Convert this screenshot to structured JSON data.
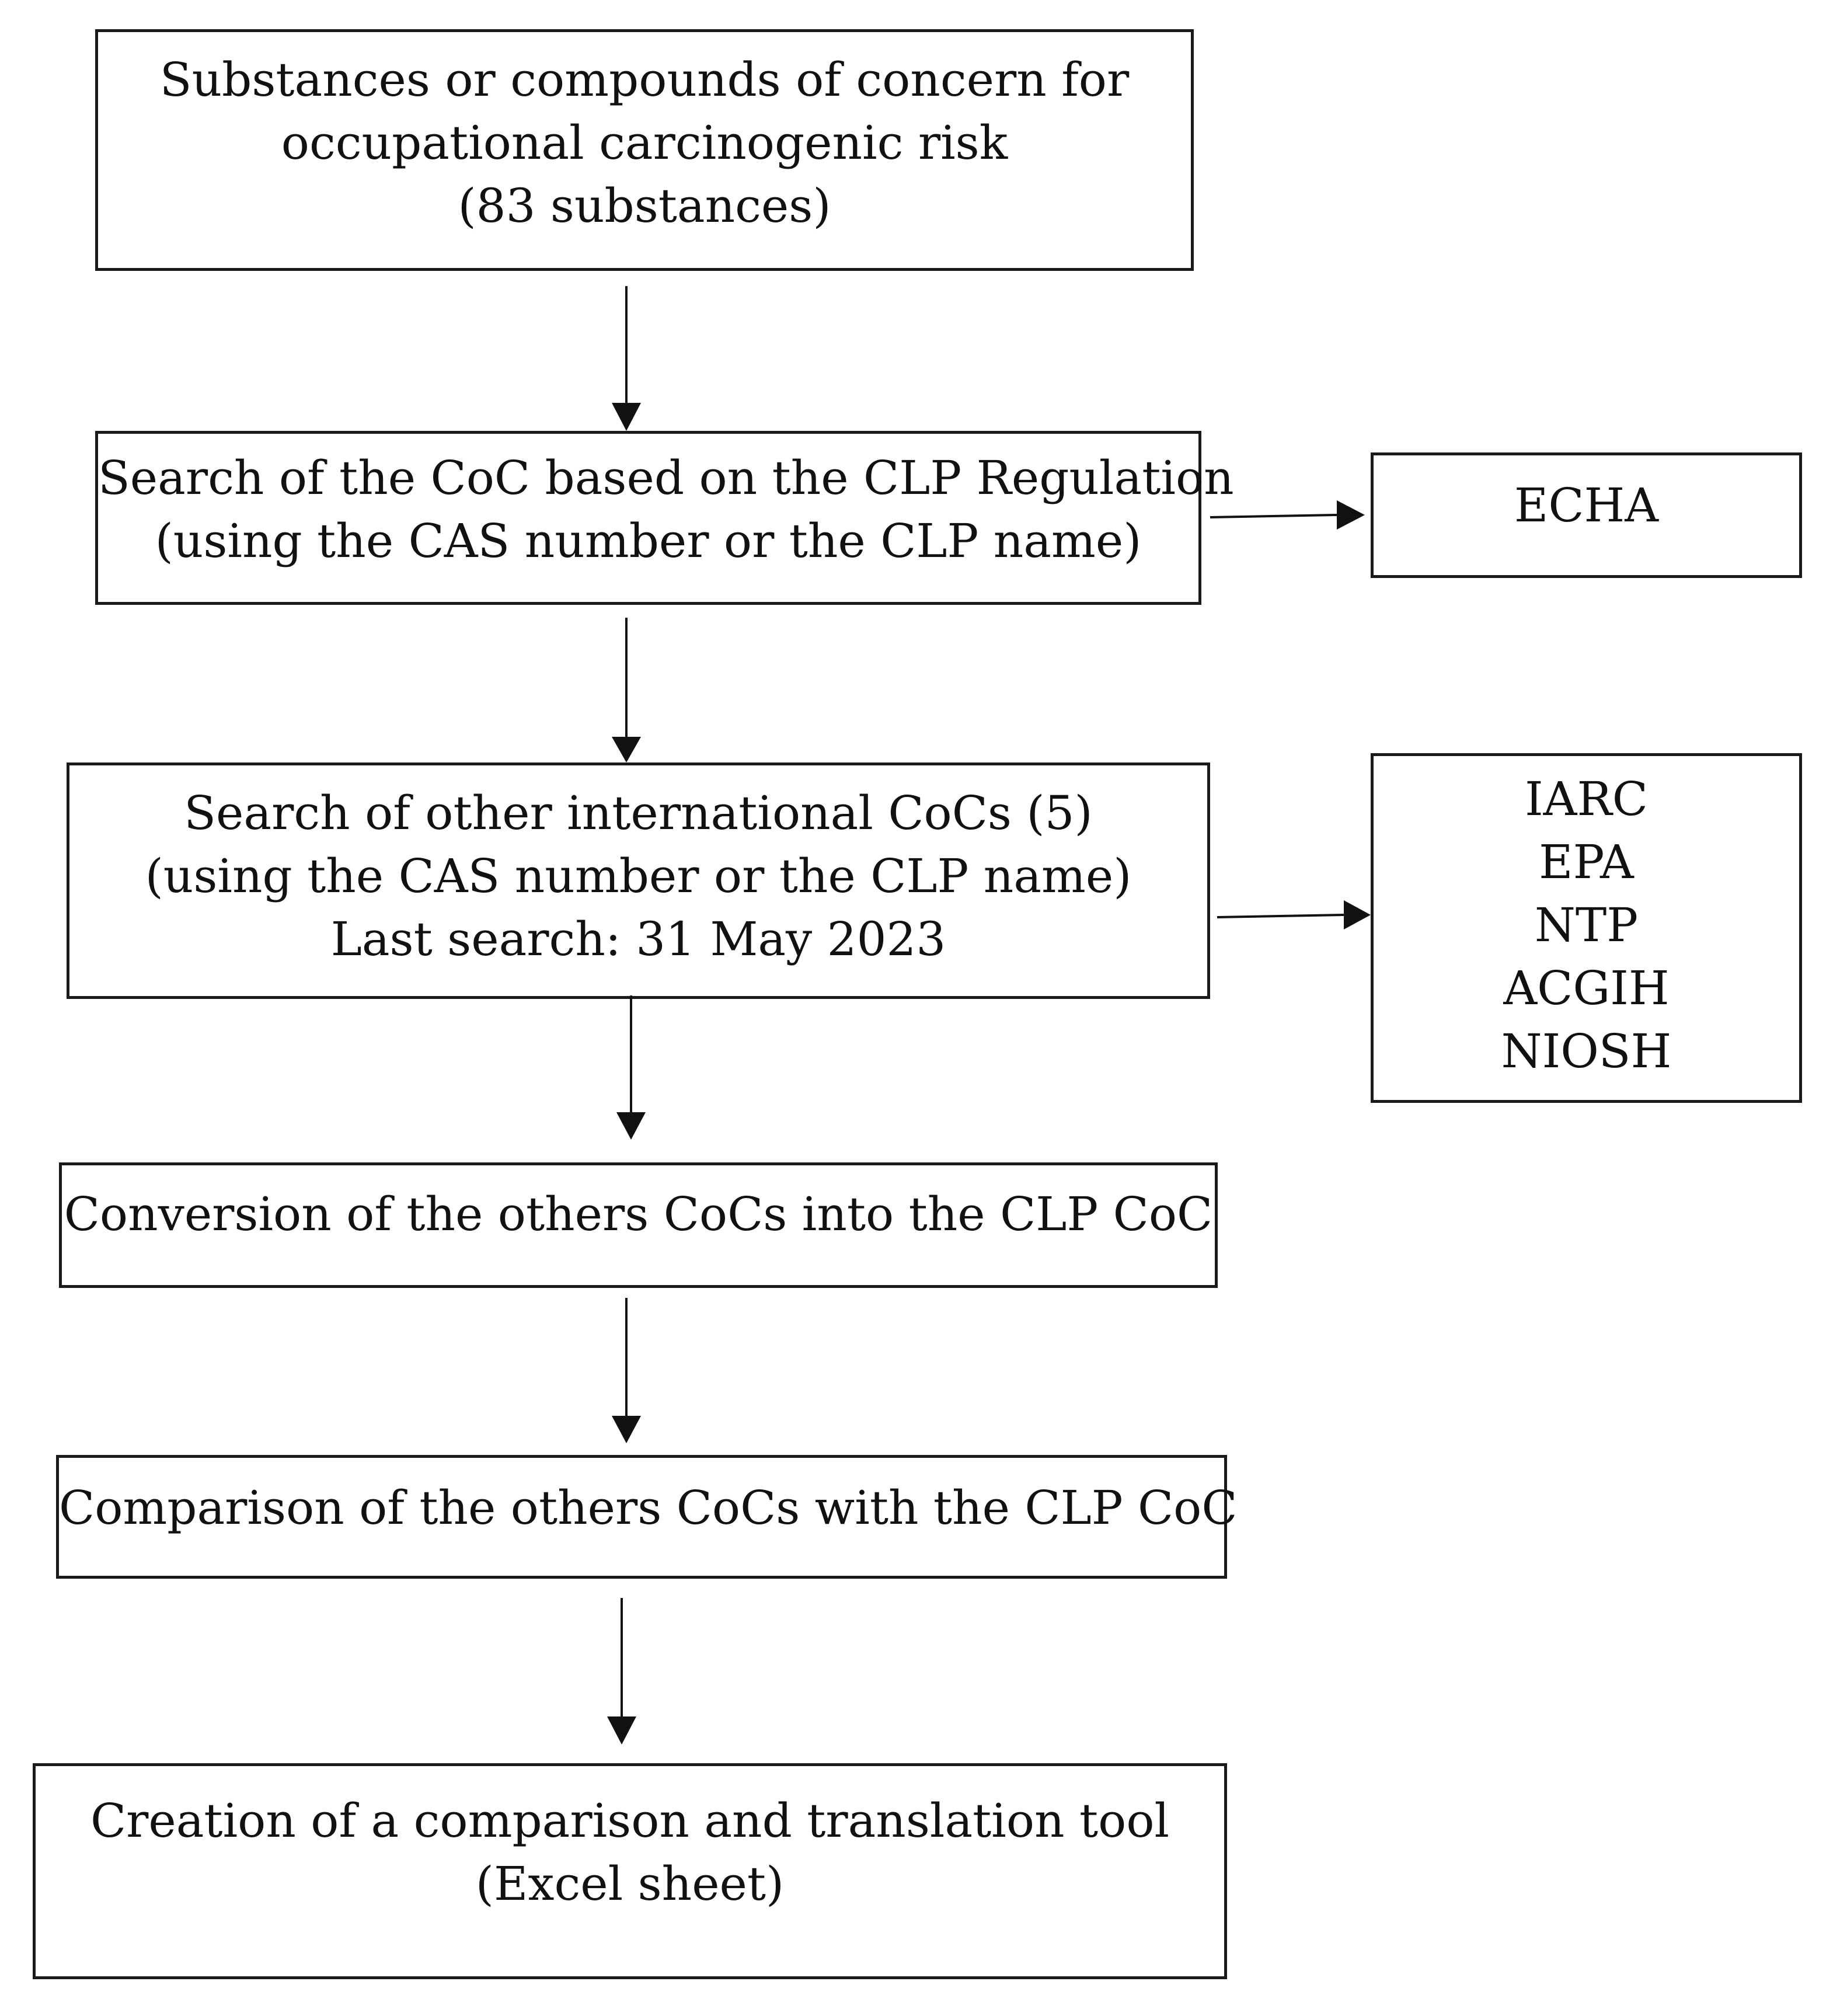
{
  "steps": [
    {
      "lines": [
        "Substances or compounds of concern for",
        "occupational carcinogenic risk",
        "(83 substances)"
      ]
    },
    {
      "lines": [
        "Search of the CoC based on the CLP Regulation",
        "(using the CAS number or the CLP name)"
      ]
    },
    {
      "lines": [
        "Search of other international CoCs (5)",
        "(using the CAS number or the CLP name)",
        "Last search: 31 May 2023"
      ]
    },
    {
      "lines": [
        "Conversion of the others CoCs into the CLP CoC"
      ]
    },
    {
      "lines": [
        "Comparison of the others CoCs with the CLP CoC"
      ]
    },
    {
      "lines": [
        "Creation of a comparison and translation tool",
        "(Excel sheet)"
      ]
    }
  ],
  "sources": {
    "clp": {
      "lines": [
        "ECHA"
      ]
    },
    "international": {
      "lines": [
        "IARC",
        "EPA",
        "NTP",
        "ACGIH",
        "NIOSH"
      ]
    }
  }
}
